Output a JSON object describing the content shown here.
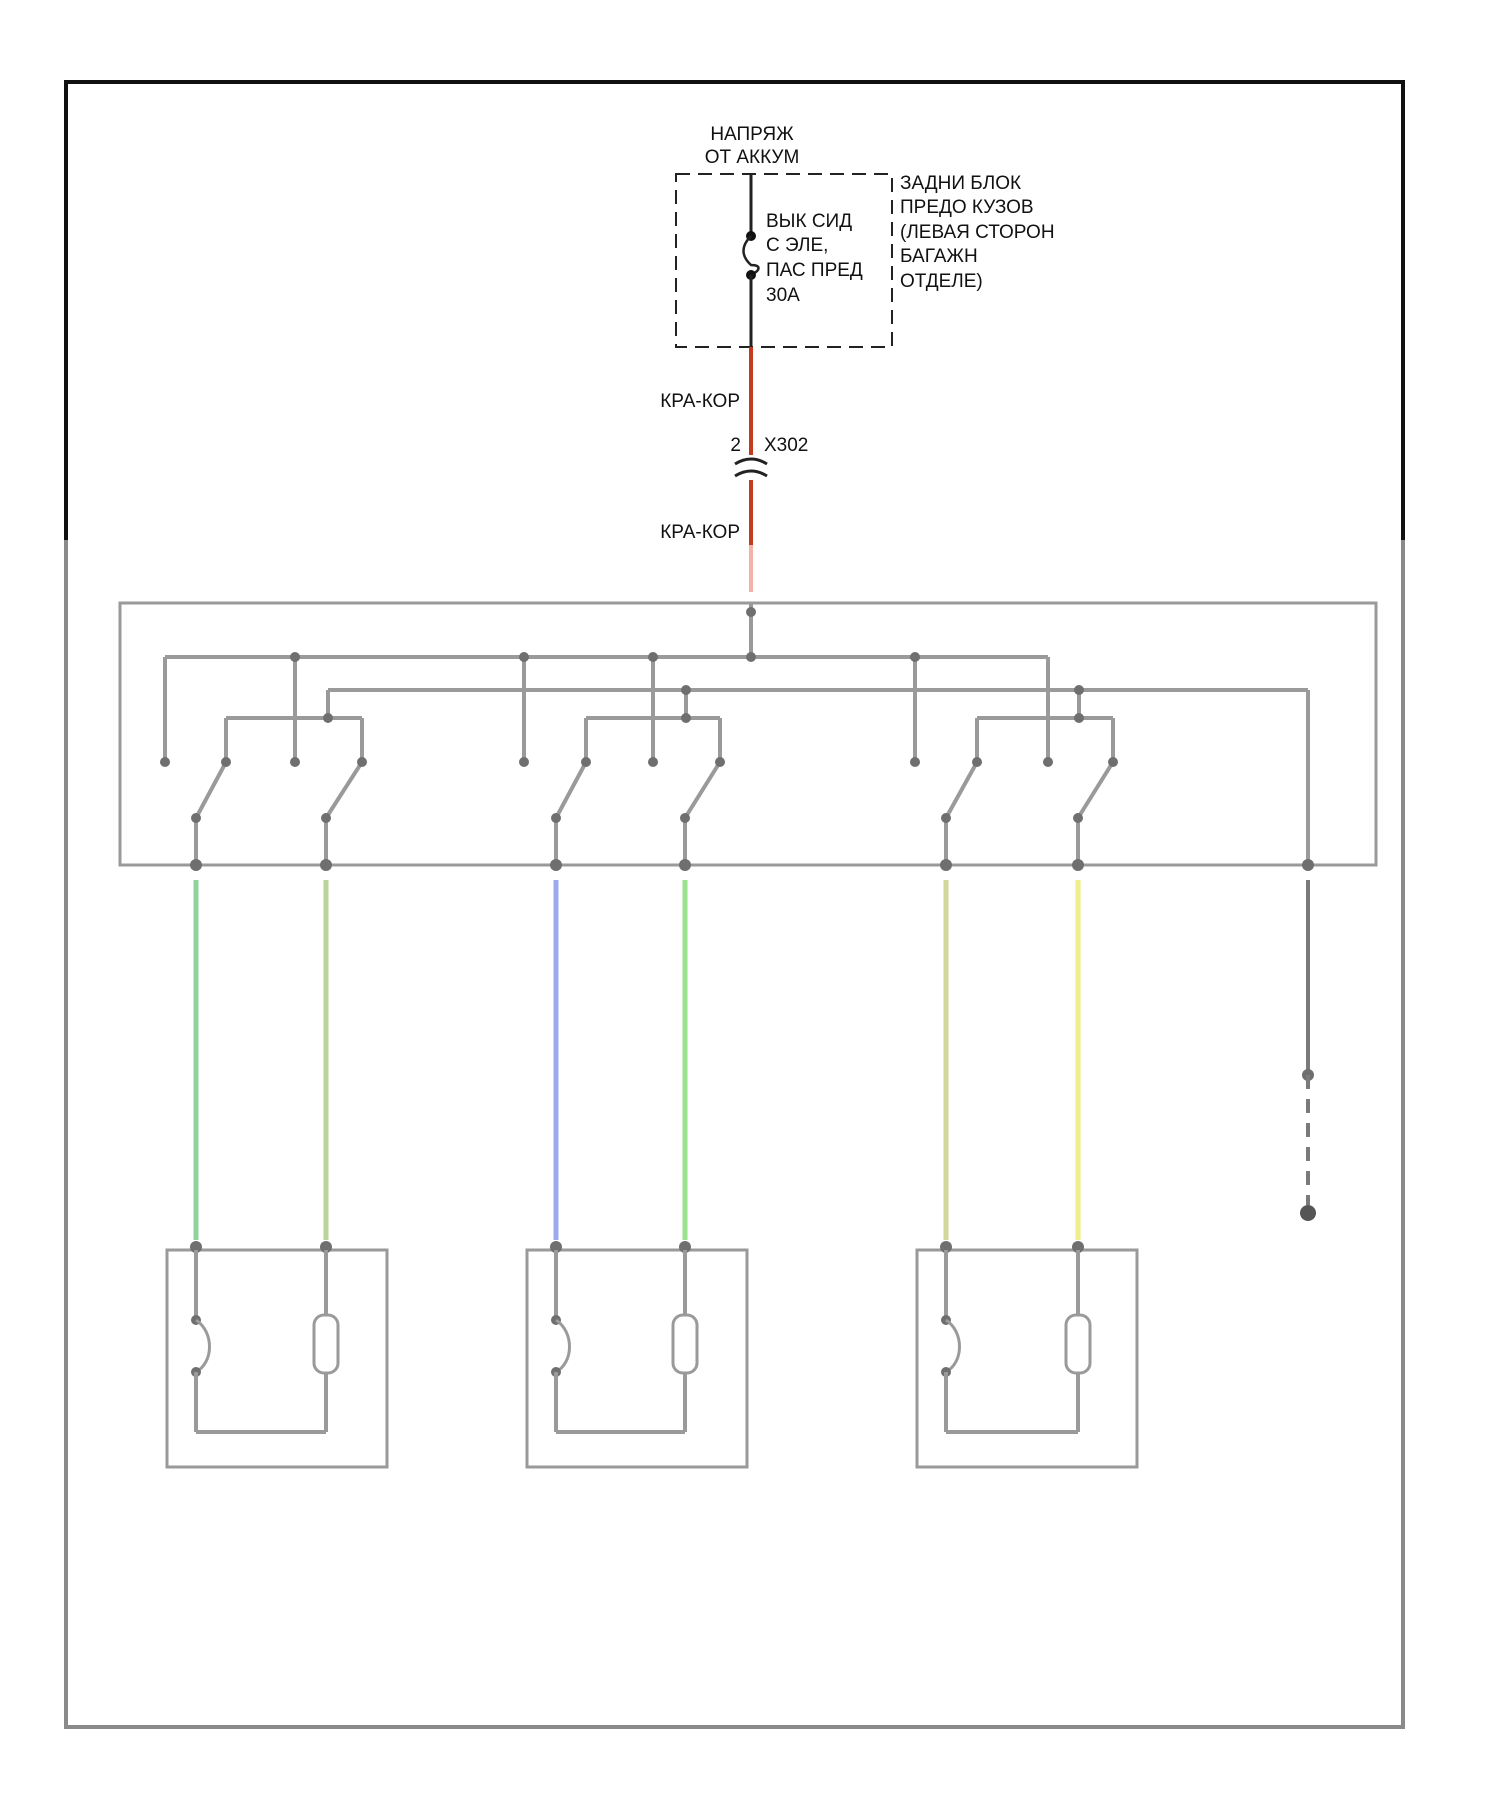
{
  "power_source": {
    "line1": "НАПРЯЖ",
    "line2": "ОТ АККУМ"
  },
  "fuse": {
    "line1": "ВЫК СИД",
    "line2": "С ЭЛЕ,",
    "line3": "ПАС ПРЕД",
    "line4": "30А"
  },
  "fuse_block": {
    "line1": "ЗАДНИ БЛОК",
    "line2": "ПРЕДО КУЗОВ",
    "line3": "(ЛЕВАЯ СТОРОН",
    "line4": "БАГАЖН",
    "line5": "ОТДЕЛЕ)"
  },
  "wire_upper": "КРА-КОР",
  "connector": {
    "pin": "2",
    "name": "X302"
  },
  "wire_lower": "КРА-КОР",
  "colors": {
    "frame": "#111111",
    "power_wire": "#c43a1c",
    "diagram_gray": "#9a9a9a",
    "wire_green": "#8fd39a",
    "wire_olive": "#b9d39a",
    "wire_blue": "#9ea8ef",
    "wire_lightgreen": "#9be28e",
    "wire_khaki": "#d3d69a",
    "wire_yellow": "#eeee8a",
    "wire_ground": "#7a7a7a"
  }
}
